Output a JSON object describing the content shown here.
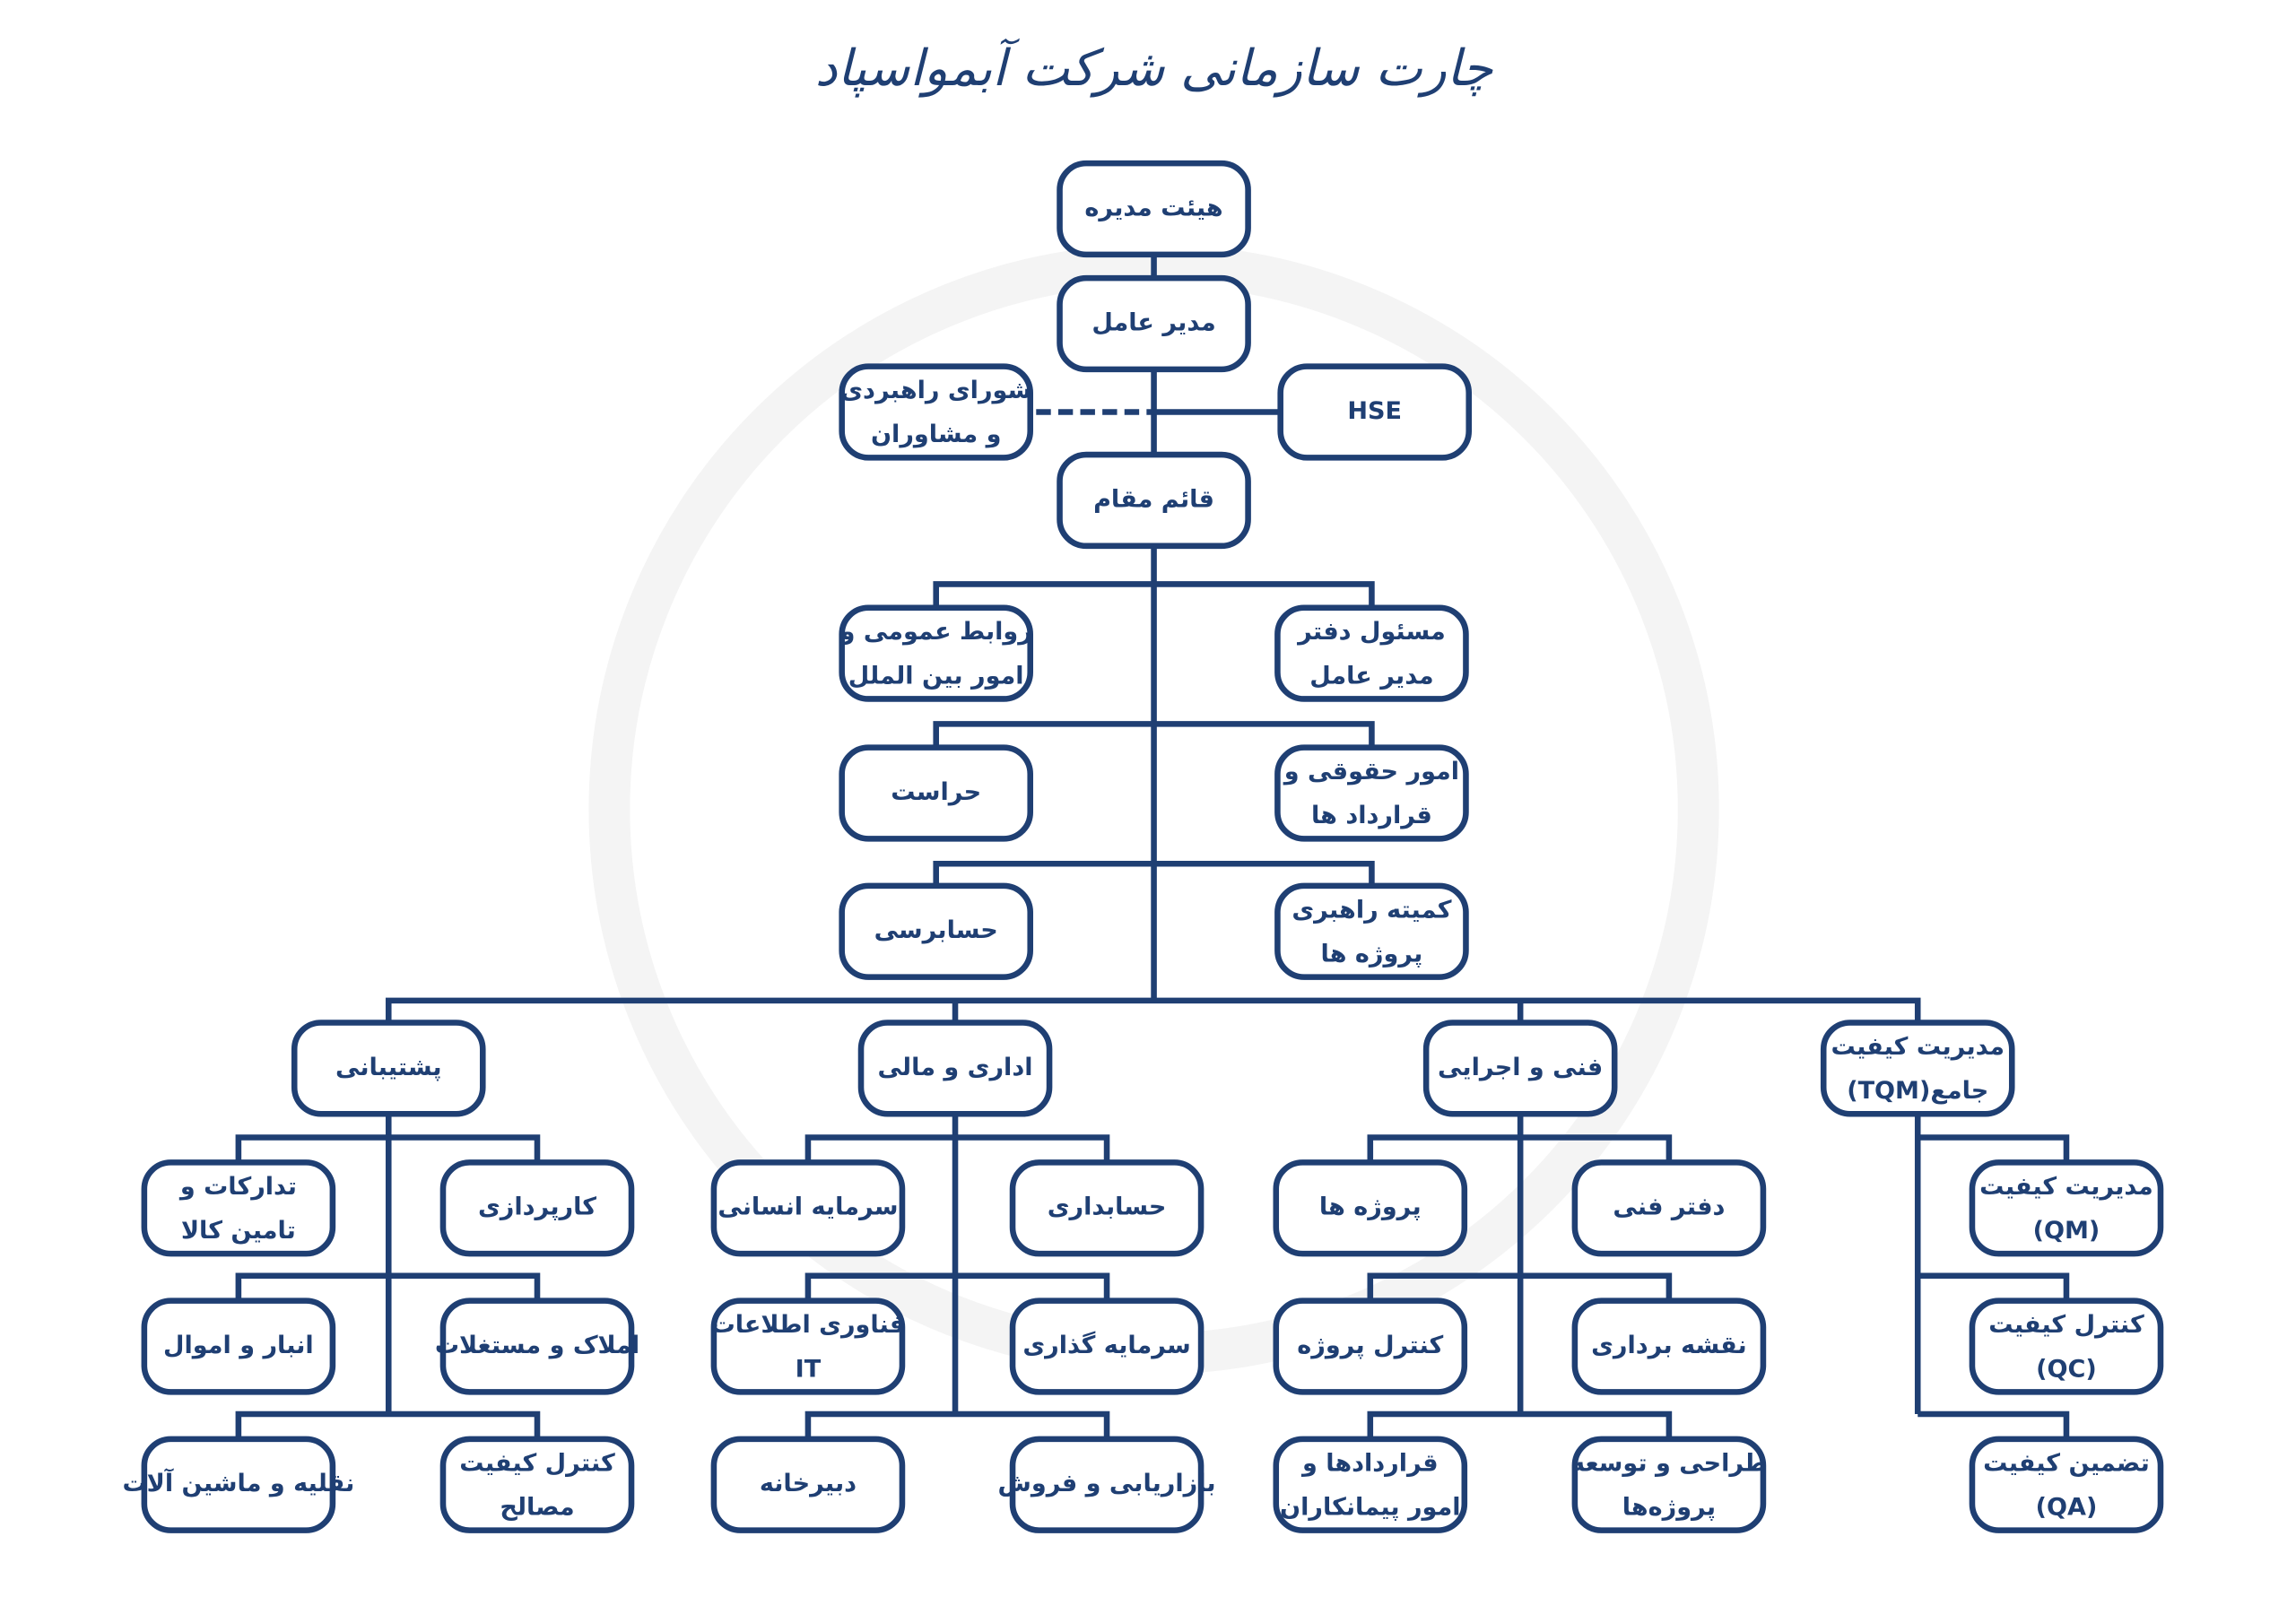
{
  "title": "چارت سازمانی شرکت آبمواسپاد",
  "colors": {
    "primary": "#1f3f73",
    "watermark": "#f3f3f3"
  },
  "nodes": {
    "board": [
      "هیئت مدیره"
    ],
    "ceo": [
      "مدیر عامل"
    ],
    "council": [
      "شورای راهبردی",
      "و مشاوران"
    ],
    "hse": [
      "HSE"
    ],
    "deputy": [
      "قائم مقام"
    ],
    "public_relations": [
      "روابط عمومی و",
      "امور بین الملل"
    ],
    "ceo_office": [
      "مسئول دفتر",
      "مدیر عامل"
    ],
    "security": [
      "حراست"
    ],
    "legal": [
      "امور حقوقی و",
      "قرارداد ها"
    ],
    "audit": [
      "حسابرسی"
    ],
    "project_steering": [
      "کمیته راهبری",
      "پروژه ها"
    ],
    "support": [
      "پشتیبانی"
    ],
    "admin_finance": [
      "اداری و مالی"
    ],
    "technical": [
      "فنی و اجرایی"
    ],
    "tqm": [
      "مدیریت کیفیت",
      "جامع(TQM)"
    ],
    "procurement": [
      "تدارکات و",
      "تامین کالا"
    ],
    "purchasing": [
      "کارپردازی"
    ],
    "warehouse": [
      "انبار و اموال"
    ],
    "real_estate": [
      "املاک و مستغلات"
    ],
    "transport": [
      "نقلیه و ماشین آلات"
    ],
    "material_qc": [
      "کنترل کیفیت",
      "مصالح"
    ],
    "hr": [
      "سرمایه انسانی"
    ],
    "accounting": [
      "حسابداری"
    ],
    "it": [
      "فناوری اطلاعات",
      "IT"
    ],
    "investment": [
      "سرمایه گذاری"
    ],
    "secretariat": [
      "دبیرخانه"
    ],
    "marketing": [
      "بازاریابی و فروش"
    ],
    "projects": [
      "پروژه ها"
    ],
    "technical_office": [
      "دفتر فنی"
    ],
    "project_control": [
      "کنترل پروژه"
    ],
    "surveying": [
      "نقشه برداری"
    ],
    "contracts": [
      "قراردادها و",
      "امور پیمانکاران"
    ],
    "design_dev": [
      "طراحی و توسعه",
      "پروژه‌ها"
    ],
    "qm": [
      "مدیریت کیفیت",
      "(QM)"
    ],
    "qc": [
      "کنترل کیفیت",
      "(QC)"
    ],
    "qa": [
      "تضمین کیفیت",
      "(QA)"
    ]
  }
}
